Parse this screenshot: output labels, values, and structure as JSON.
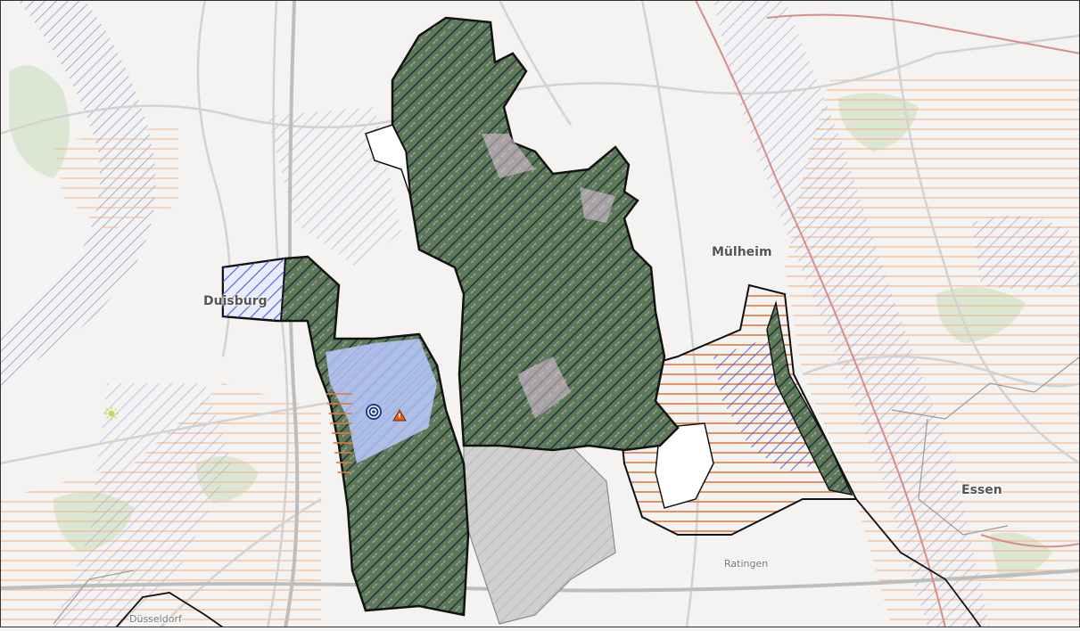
{
  "map": {
    "labels": {
      "duisburg": "Duisburg",
      "muelheim": "Mülheim",
      "essen": "Essen",
      "ratingen": "Ratingen",
      "duesseldorf": "Düsseldorf"
    },
    "icons": {
      "location": "target-marker-icon",
      "warning": "warning-triangle-icon",
      "sun": "sun-icon"
    },
    "colors": {
      "region_fill": "#5b7a55",
      "region_stroke": "#111111",
      "hatch_blue": "#4a5bd8",
      "hatch_orange": "#e07a3a",
      "water_hatch": "#6f8fd0",
      "gray_area": "#c9c9c9",
      "road": "#d0d0d0",
      "rail": "#d88c8c"
    }
  }
}
